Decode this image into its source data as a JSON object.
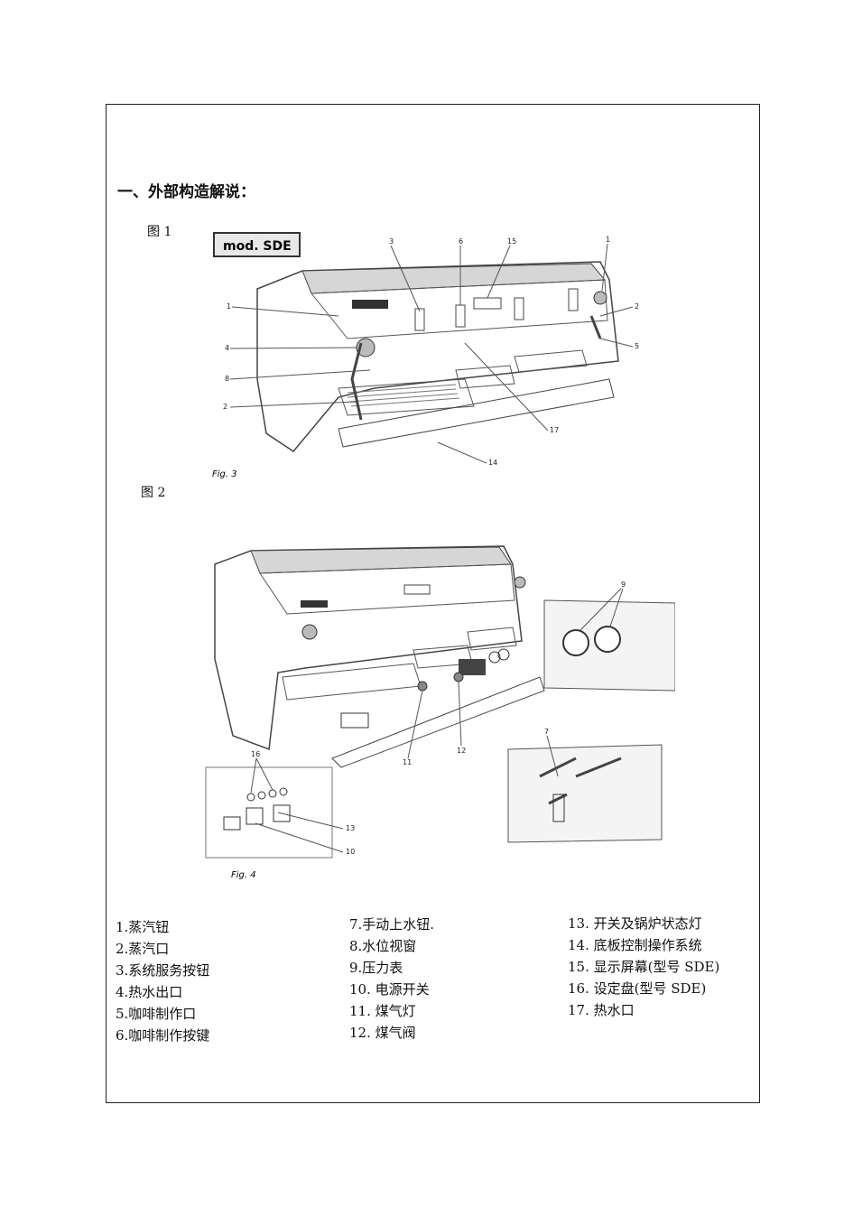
{
  "section_title": "一、外部构造解说：",
  "figure1": {
    "label": "图 1",
    "model_badge": "mod. SDE",
    "caption": "Fig. 3",
    "callouts": [
      "1",
      "2",
      "3",
      "4",
      "5",
      "6",
      "8",
      "14",
      "15",
      "17"
    ]
  },
  "figure2": {
    "label": "图 2",
    "caption": "Fig. 4",
    "callouts": [
      "7",
      "9",
      "10",
      "11",
      "12",
      "13",
      "16"
    ]
  },
  "legend": {
    "col1": [
      "1.蒸汽钮",
      "2.蒸汽口",
      "3.系统服务按钮",
      "4.热水出口",
      "5.咖啡制作口",
      "6.咖啡制作按键"
    ],
    "col2": [
      "7.手动上水钮.",
      "8.水位视窗",
      "9.压力表",
      "10.  电源开关",
      "11.  煤气灯",
      "12.  煤气阀"
    ],
    "col3": [
      "13.  开关及锅炉状态灯",
      "14.  底板控制操作系统",
      "15.  显示屏幕(型号 SDE)",
      "16.  设定盘(型号 SDE)",
      "17.  热水口"
    ]
  }
}
